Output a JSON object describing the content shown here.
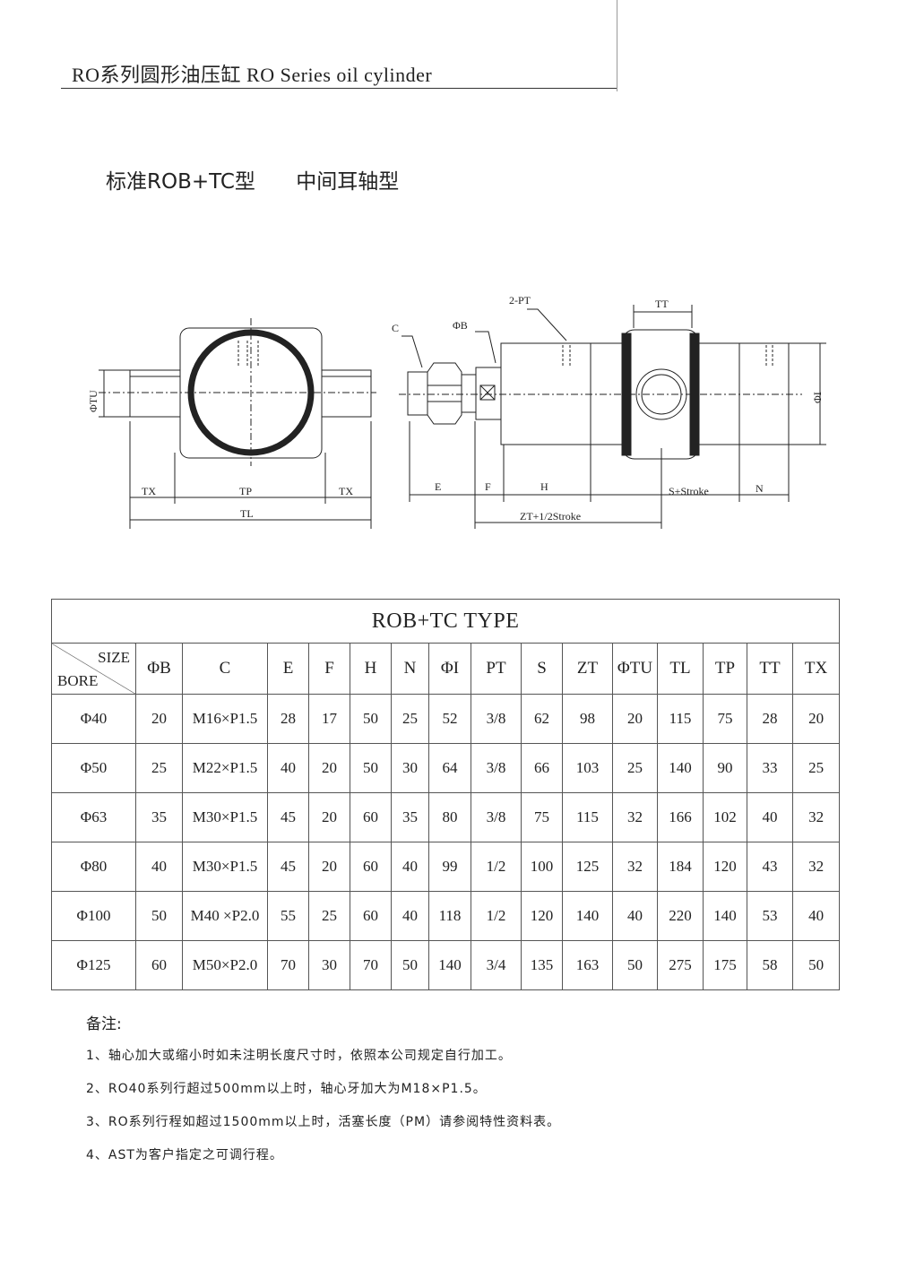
{
  "header": {
    "title": "RO系列圆形油压缸   RO  Series oil cylinder"
  },
  "subtitle": {
    "model": "标准ROB+TC型",
    "type": "中间耳轴型"
  },
  "drawing": {
    "labels": {
      "tu": "ΦTU",
      "tx_left": "TX",
      "tp": "TP",
      "tx_right": "TX",
      "tl": "TL",
      "c": "C",
      "b": "ΦB",
      "pt": "2-PT",
      "tt": "TT",
      "i": "ΦI",
      "e": "E",
      "f": "F",
      "h": "H",
      "s_stroke": "S+Stroke",
      "n": "N",
      "zt": "ZT+1/2Stroke"
    }
  },
  "table": {
    "title": "ROB+TC TYPE",
    "size_label": "SIZE",
    "bore_label": "BORE",
    "columns": [
      "ΦB",
      "C",
      "E",
      "F",
      "H",
      "N",
      "ΦI",
      "PT",
      "S",
      "ZT",
      "ΦTU",
      "TL",
      "TP",
      "TT",
      "TX"
    ],
    "rows": [
      {
        "bore": "Φ40",
        "cells": [
          "20",
          "M16×P1.5",
          "28",
          "17",
          "50",
          "25",
          "52",
          "3/8",
          "62",
          "98",
          "20",
          "115",
          "75",
          "28",
          "20"
        ]
      },
      {
        "bore": "Φ50",
        "cells": [
          "25",
          "M22×P1.5",
          "40",
          "20",
          "50",
          "30",
          "64",
          "3/8",
          "66",
          "103",
          "25",
          "140",
          "90",
          "33",
          "25"
        ]
      },
      {
        "bore": "Φ63",
        "cells": [
          "35",
          "M30×P1.5",
          "45",
          "20",
          "60",
          "35",
          "80",
          "3/8",
          "75",
          "115",
          "32",
          "166",
          "102",
          "40",
          "32"
        ]
      },
      {
        "bore": "Φ80",
        "cells": [
          "40",
          "M30×P1.5",
          "45",
          "20",
          "60",
          "40",
          "99",
          "1/2",
          "100",
          "125",
          "32",
          "184",
          "120",
          "43",
          "32"
        ]
      },
      {
        "bore": "Φ100",
        "cells": [
          "50",
          "M40 ×P2.0",
          "55",
          "25",
          "60",
          "40",
          "118",
          "1/2",
          "120",
          "140",
          "40",
          "220",
          "140",
          "53",
          "40"
        ]
      },
      {
        "bore": "Φ125",
        "cells": [
          "60",
          "M50×P2.0",
          "70",
          "30",
          "70",
          "50",
          "140",
          "3/4",
          "135",
          "163",
          "50",
          "275",
          "175",
          "58",
          "50"
        ]
      }
    ]
  },
  "notes": {
    "heading": "备注:",
    "items": [
      "1、轴心加大或缩小时如未注明长度尺寸时，依照本公司规定自行加工。",
      "2、RO40系列行超过500mm以上时，轴心牙加大为M18×P1.5。",
      "3、RO系列行程如超过1500mm以上时，活塞长度（PM）请参阅特性资料表。",
      "4、AST为客户指定之可调行程。"
    ]
  }
}
